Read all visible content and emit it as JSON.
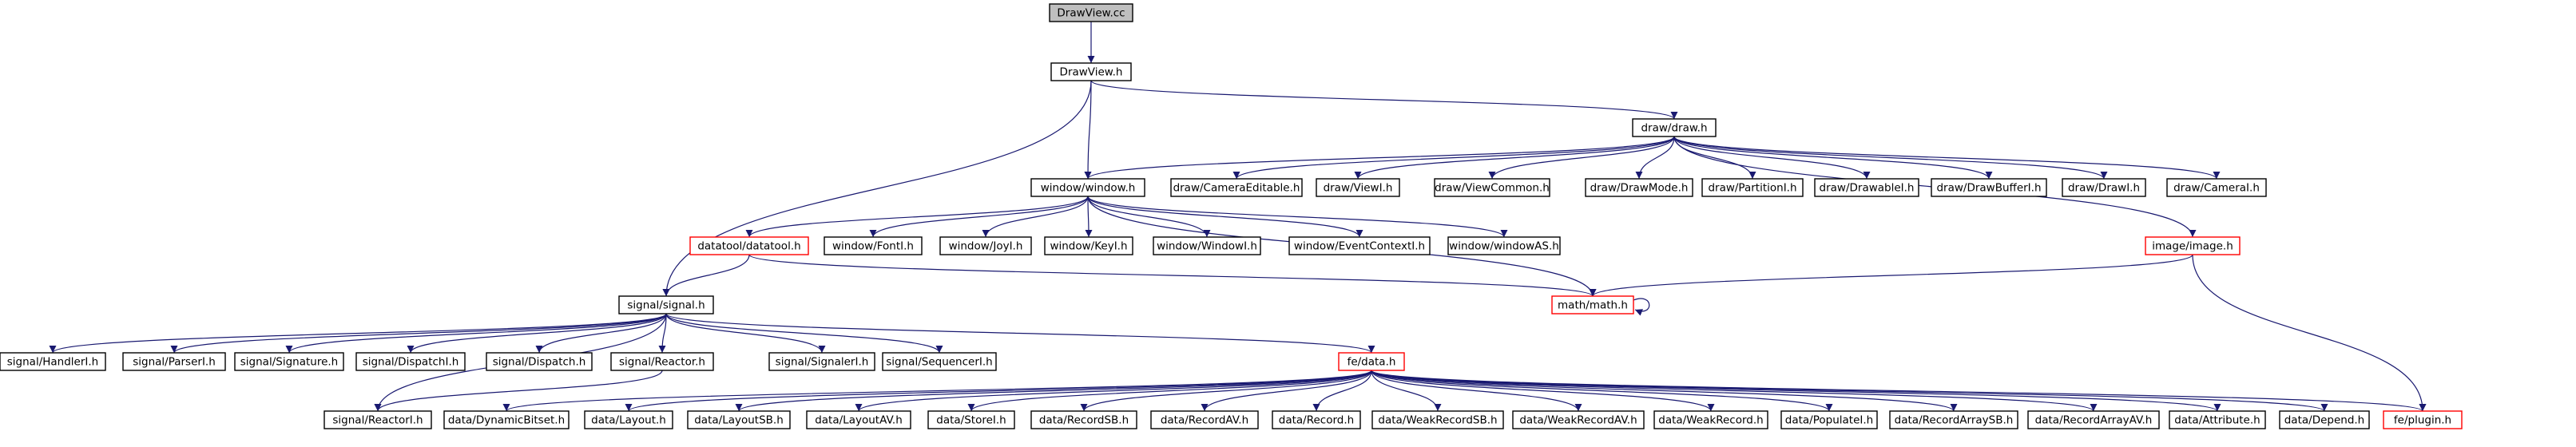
{
  "graph": {
    "colors": {
      "edge": "#191970",
      "node_border": "#000000",
      "node_fill": "#ffffff",
      "truncated_border": "#ff0000",
      "root_fill": "#bfbfbf",
      "text": "#000000"
    },
    "nodes": [
      {
        "id": "drawview_cc",
        "label": "DrawView.cc",
        "style": "root"
      },
      {
        "id": "drawview_h",
        "label": "DrawView.h",
        "style": "normal"
      },
      {
        "id": "draw_draw_h",
        "label": "draw/draw.h",
        "style": "normal"
      },
      {
        "id": "window_window_h",
        "label": "window/window.h",
        "style": "normal"
      },
      {
        "id": "draw_cameraeditable_h",
        "label": "draw/CameraEditable.h",
        "style": "normal"
      },
      {
        "id": "draw_viewi_h",
        "label": "draw/ViewI.h",
        "style": "normal"
      },
      {
        "id": "draw_viewcommon_h",
        "label": "draw/ViewCommon.h",
        "style": "normal"
      },
      {
        "id": "draw_drawmode_h",
        "label": "draw/DrawMode.h",
        "style": "normal"
      },
      {
        "id": "draw_partitioni_h",
        "label": "draw/PartitionI.h",
        "style": "normal"
      },
      {
        "id": "draw_drawablei_h",
        "label": "draw/DrawableI.h",
        "style": "normal"
      },
      {
        "id": "draw_drawbufferi_h",
        "label": "draw/DrawBufferI.h",
        "style": "normal"
      },
      {
        "id": "draw_drawi_h",
        "label": "draw/DrawI.h",
        "style": "normal"
      },
      {
        "id": "draw_camerai_h",
        "label": "draw/CameraI.h",
        "style": "normal"
      },
      {
        "id": "datatool_datatool_h",
        "label": "datatool/datatool.h",
        "style": "truncated"
      },
      {
        "id": "window_fonti_h",
        "label": "window/FontI.h",
        "style": "normal"
      },
      {
        "id": "window_joyi_h",
        "label": "window/JoyI.h",
        "style": "normal"
      },
      {
        "id": "window_keyi_h",
        "label": "window/KeyI.h",
        "style": "normal"
      },
      {
        "id": "window_windowi_h",
        "label": "window/WindowI.h",
        "style": "normal"
      },
      {
        "id": "window_eventcontexti_h",
        "label": "window/EventContextI.h",
        "style": "normal"
      },
      {
        "id": "window_windowas_h",
        "label": "window/windowAS.h",
        "style": "normal"
      },
      {
        "id": "image_image_h",
        "label": "image/image.h",
        "style": "truncated"
      },
      {
        "id": "signal_signal_h",
        "label": "signal/signal.h",
        "style": "normal"
      },
      {
        "id": "math_math_h",
        "label": "math/math.h",
        "style": "truncated"
      },
      {
        "id": "signal_handleri_h",
        "label": "signal/HandlerI.h",
        "style": "normal"
      },
      {
        "id": "signal_parseri_h",
        "label": "signal/ParserI.h",
        "style": "normal"
      },
      {
        "id": "signal_signature_h",
        "label": "signal/Signature.h",
        "style": "normal"
      },
      {
        "id": "signal_dispatchi_h",
        "label": "signal/DispatchI.h",
        "style": "normal"
      },
      {
        "id": "signal_dispatch_h",
        "label": "signal/Dispatch.h",
        "style": "normal"
      },
      {
        "id": "signal_reactor_h",
        "label": "signal/Reactor.h",
        "style": "normal"
      },
      {
        "id": "signal_signaleri_h",
        "label": "signal/SignalerI.h",
        "style": "normal"
      },
      {
        "id": "signal_sequenceri_h",
        "label": "signal/SequencerI.h",
        "style": "normal"
      },
      {
        "id": "fe_data_h",
        "label": "fe/data.h",
        "style": "truncated"
      },
      {
        "id": "signal_reactori_h",
        "label": "signal/ReactorI.h",
        "style": "normal"
      },
      {
        "id": "data_dynamicbitset_h",
        "label": "data/DynamicBitset.h",
        "style": "normal"
      },
      {
        "id": "data_layout_h",
        "label": "data/Layout.h",
        "style": "normal"
      },
      {
        "id": "data_layoutsb_h",
        "label": "data/LayoutSB.h",
        "style": "normal"
      },
      {
        "id": "data_layoutav_h",
        "label": "data/LayoutAV.h",
        "style": "normal"
      },
      {
        "id": "data_storei_h",
        "label": "data/StoreI.h",
        "style": "normal"
      },
      {
        "id": "data_recordsb_h",
        "label": "data/RecordSB.h",
        "style": "normal"
      },
      {
        "id": "data_recordav_h",
        "label": "data/RecordAV.h",
        "style": "normal"
      },
      {
        "id": "data_record_h",
        "label": "data/Record.h",
        "style": "normal"
      },
      {
        "id": "data_weakrecordsb_h",
        "label": "data/WeakRecordSB.h",
        "style": "normal"
      },
      {
        "id": "data_weakrecordav_h",
        "label": "data/WeakRecordAV.h",
        "style": "normal"
      },
      {
        "id": "data_weakrecord_h",
        "label": "data/WeakRecord.h",
        "style": "normal"
      },
      {
        "id": "data_populatei_h",
        "label": "data/PopulateI.h",
        "style": "normal"
      },
      {
        "id": "data_recordarraysb_h",
        "label": "data/RecordArraySB.h",
        "style": "normal"
      },
      {
        "id": "data_recordarrayav_h",
        "label": "data/RecordArrayAV.h",
        "style": "normal"
      },
      {
        "id": "data_attribute_h",
        "label": "data/Attribute.h",
        "style": "normal"
      },
      {
        "id": "data_depend_h",
        "label": "data/Depend.h",
        "style": "normal"
      },
      {
        "id": "fe_plugin_h",
        "label": "fe/plugin.h",
        "style": "truncated"
      }
    ],
    "edges": [
      [
        "drawview_cc",
        "drawview_h"
      ],
      [
        "drawview_h",
        "draw_draw_h"
      ],
      [
        "drawview_h",
        "window_window_h"
      ],
      [
        "drawview_h",
        "signal_signal_h"
      ],
      [
        "draw_draw_h",
        "window_window_h"
      ],
      [
        "draw_draw_h",
        "draw_cameraeditable_h"
      ],
      [
        "draw_draw_h",
        "draw_viewi_h"
      ],
      [
        "draw_draw_h",
        "draw_viewcommon_h"
      ],
      [
        "draw_draw_h",
        "draw_drawmode_h"
      ],
      [
        "draw_draw_h",
        "draw_partitioni_h"
      ],
      [
        "draw_draw_h",
        "draw_drawablei_h"
      ],
      [
        "draw_draw_h",
        "draw_drawbufferi_h"
      ],
      [
        "draw_draw_h",
        "draw_drawi_h"
      ],
      [
        "draw_draw_h",
        "draw_camerai_h"
      ],
      [
        "draw_draw_h",
        "image_image_h"
      ],
      [
        "window_window_h",
        "datatool_datatool_h"
      ],
      [
        "window_window_h",
        "window_fonti_h"
      ],
      [
        "window_window_h",
        "window_joyi_h"
      ],
      [
        "window_window_h",
        "window_keyi_h"
      ],
      [
        "window_window_h",
        "window_windowi_h"
      ],
      [
        "window_window_h",
        "window_eventcontexti_h"
      ],
      [
        "window_window_h",
        "window_windowas_h"
      ],
      [
        "window_window_h",
        "math_math_h"
      ],
      [
        "datatool_datatool_h",
        "signal_signal_h"
      ],
      [
        "datatool_datatool_h",
        "math_math_h"
      ],
      [
        "image_image_h",
        "math_math_h"
      ],
      [
        "image_image_h",
        "fe_plugin_h"
      ],
      [
        "math_math_h",
        "math_math_h"
      ],
      [
        "signal_signal_h",
        "signal_handleri_h"
      ],
      [
        "signal_signal_h",
        "signal_parseri_h"
      ],
      [
        "signal_signal_h",
        "signal_signature_h"
      ],
      [
        "signal_signal_h",
        "signal_dispatchi_h"
      ],
      [
        "signal_signal_h",
        "signal_dispatch_h"
      ],
      [
        "signal_signal_h",
        "signal_reactor_h"
      ],
      [
        "signal_signal_h",
        "signal_signaleri_h"
      ],
      [
        "signal_signal_h",
        "signal_sequenceri_h"
      ],
      [
        "signal_signal_h",
        "fe_data_h"
      ],
      [
        "signal_signal_h",
        "signal_reactori_h"
      ],
      [
        "signal_reactor_h",
        "signal_reactori_h"
      ],
      [
        "fe_data_h",
        "data_dynamicbitset_h"
      ],
      [
        "fe_data_h",
        "data_layout_h"
      ],
      [
        "fe_data_h",
        "data_layoutsb_h"
      ],
      [
        "fe_data_h",
        "data_layoutav_h"
      ],
      [
        "fe_data_h",
        "data_storei_h"
      ],
      [
        "fe_data_h",
        "data_recordsb_h"
      ],
      [
        "fe_data_h",
        "data_recordav_h"
      ],
      [
        "fe_data_h",
        "data_record_h"
      ],
      [
        "fe_data_h",
        "data_weakrecordsb_h"
      ],
      [
        "fe_data_h",
        "data_weakrecordav_h"
      ],
      [
        "fe_data_h",
        "data_weakrecord_h"
      ],
      [
        "fe_data_h",
        "data_populatei_h"
      ],
      [
        "fe_data_h",
        "data_recordarraysb_h"
      ],
      [
        "fe_data_h",
        "data_recordarrayav_h"
      ],
      [
        "fe_data_h",
        "data_attribute_h"
      ],
      [
        "fe_data_h",
        "data_depend_h"
      ],
      [
        "fe_data_h",
        "fe_plugin_h"
      ]
    ]
  }
}
